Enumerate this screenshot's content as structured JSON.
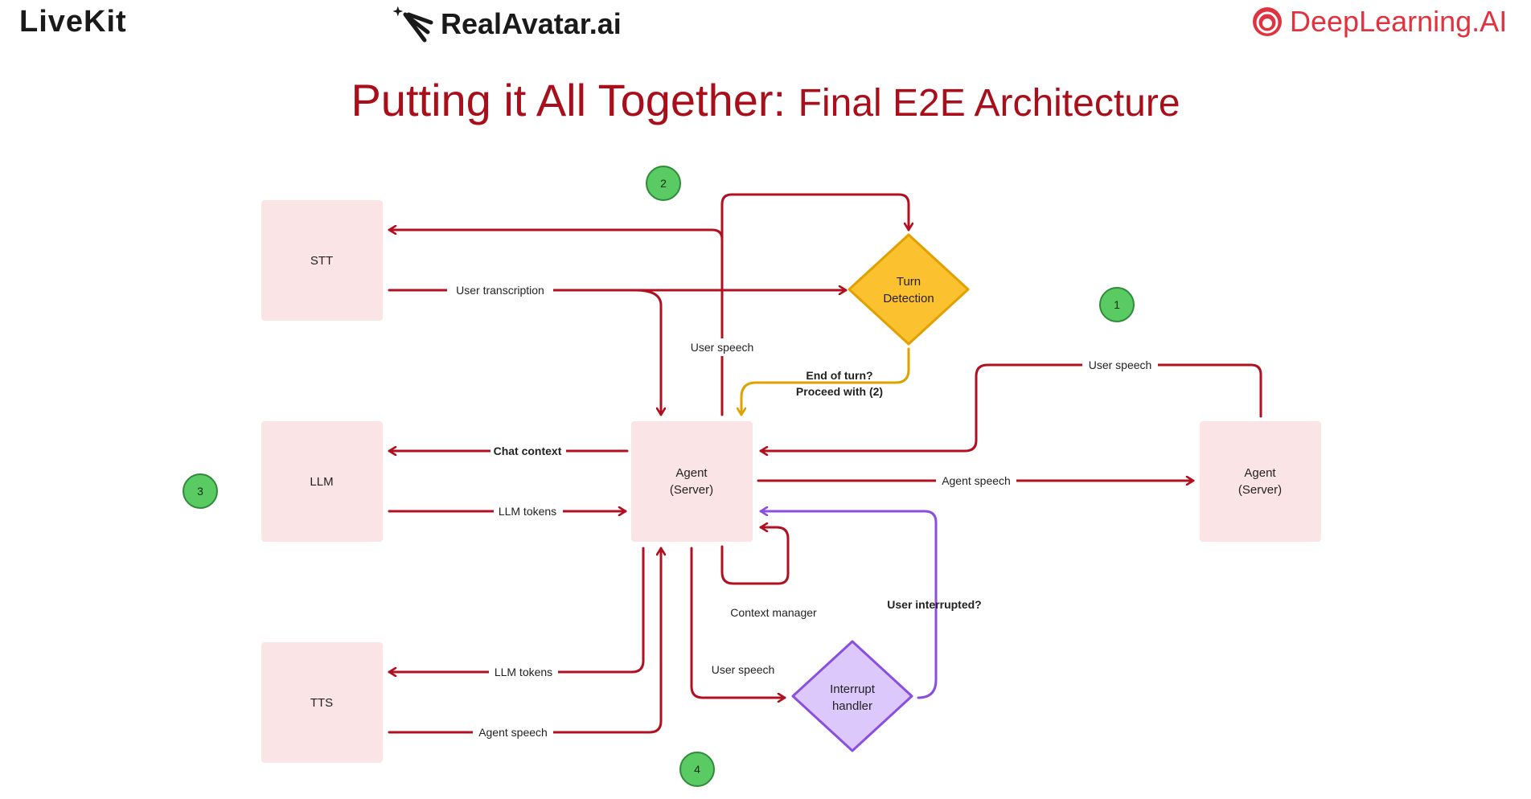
{
  "logos": {
    "livekit": "LiveKit",
    "realavatar": "RealAvatar.ai",
    "deeplearning": "DeepLearning.AI"
  },
  "title": {
    "main": "Putting it All Together: ",
    "sub": "Final E2E Architecture"
  },
  "nodes": {
    "stt": "STT",
    "llm": "LLM",
    "tts": "TTS",
    "agent_center_line1": "Agent",
    "agent_center_line2": "(Server)",
    "agent_right_line1": "Agent",
    "agent_right_line2": "(Server)",
    "turn_line1": "Turn",
    "turn_line2": "Detection",
    "interrupt_line1": "Interrupt",
    "interrupt_line2": "handler"
  },
  "badges": [
    "1",
    "2",
    "3",
    "4"
  ],
  "labels": {
    "user_transcription": "User transcription",
    "user_speech_center": "User speech",
    "end_of_turn_line1": "End of turn?",
    "end_of_turn_line2": "Proceed with (2)",
    "user_speech_right": "User speech",
    "chat_context": "Chat context",
    "llm_tokens_llm": "LLM tokens",
    "agent_speech_right": "Agent speech",
    "context_manager": "Context manager",
    "user_interrupted": "User interrupted?",
    "user_speech_bottom": "User speech",
    "llm_tokens_tts": "LLM tokens",
    "agent_speech_tts": "Agent speech"
  },
  "colors": {
    "accent_red": "#a80f1a",
    "edge_red": "#b01020",
    "edge_orange": "#e0a000",
    "edge_purple": "#8a4fe0",
    "box_pink": "#fbe4e6",
    "turn_fill": "#fcc12f",
    "interrupt_fill": "#dcc8fb",
    "badge_green": "#5acb62"
  }
}
